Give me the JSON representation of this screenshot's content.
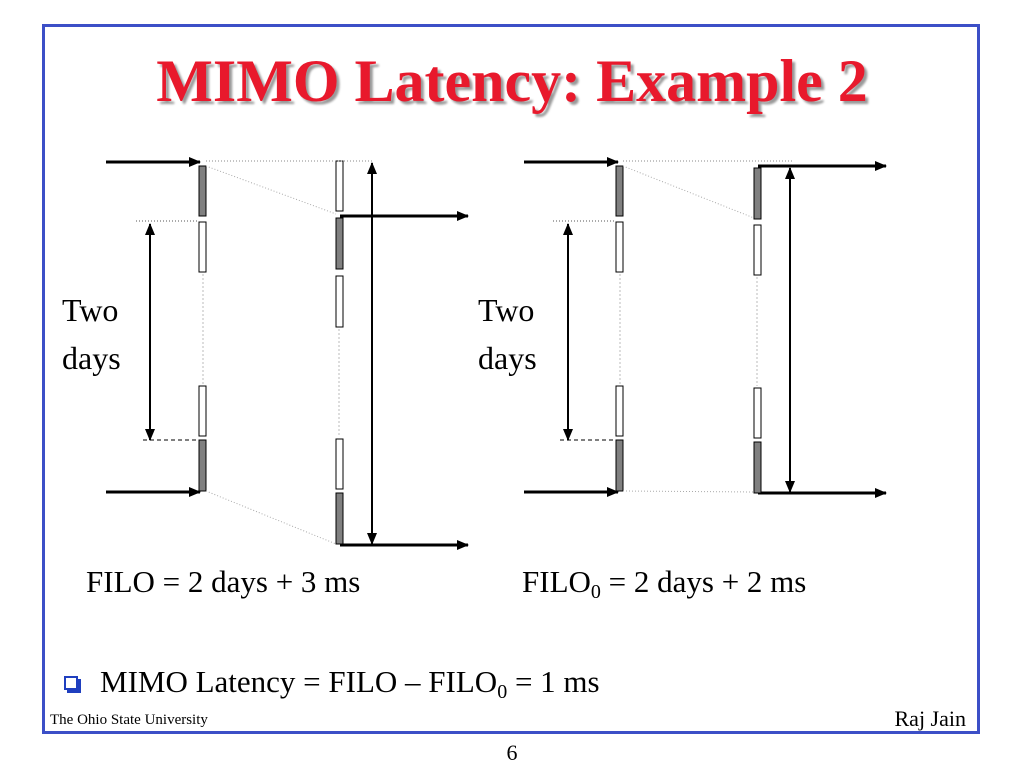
{
  "slide": {
    "title": "MIMO Latency: Example 2",
    "left_label_line1": "Two",
    "left_label_line2": "days",
    "right_label_line1": "Two",
    "right_label_line2": "days",
    "formula_left": "FILO = 2 days + 3 ms",
    "formula_right_prefix": "FILO",
    "formula_right_sub": "0",
    "formula_right_suffix": " = 2 days + 2 ms",
    "bullet_prefix": "MIMO Latency = FILO – FILO",
    "bullet_sub": "0",
    "bullet_suffix": " = 1 ms",
    "footer_left": "The Ohio State University",
    "footer_right": "Raj Jain",
    "page_number": "6"
  },
  "colors": {
    "title": "#e8192c",
    "frame": "#3c4fc7",
    "bit_filled": "#808080",
    "bullet": "#1f3fbf"
  }
}
